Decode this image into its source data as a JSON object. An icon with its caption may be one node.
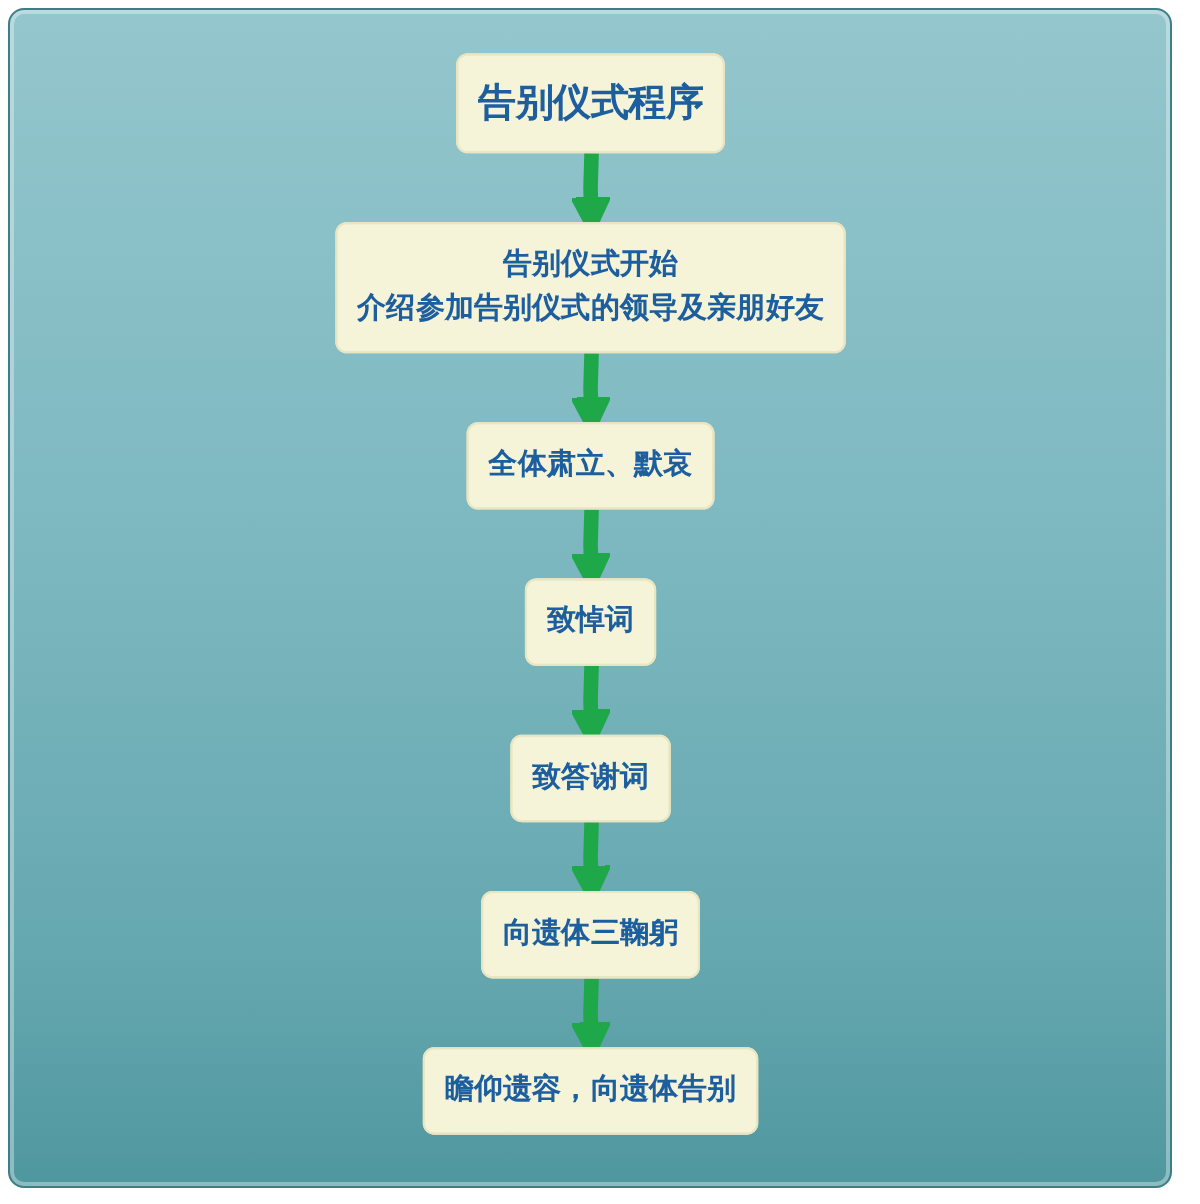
{
  "diagram": {
    "nodes": [
      {
        "text": [
          "告别仪式程序"
        ]
      },
      {
        "text": [
          "告别仪式开始",
          "介绍参加告别仪式的领导及亲朋好友"
        ]
      },
      {
        "text": [
          "全体肃立、默哀"
        ]
      },
      {
        "text": [
          "致悼词"
        ]
      },
      {
        "text": [
          "致答谢词"
        ]
      },
      {
        "text": [
          "向遗体三鞠躬"
        ]
      },
      {
        "text": [
          "瞻仰遗容，向遗体告别"
        ]
      }
    ],
    "edges": [
      {
        "from": 0,
        "to": 1,
        "arrow": "to"
      },
      {
        "from": 1,
        "to": 2,
        "arrow": "to"
      },
      {
        "from": 2,
        "to": 3,
        "arrow": "to"
      },
      {
        "from": 3,
        "to": 4,
        "arrow": "to"
      },
      {
        "from": 4,
        "to": 5,
        "arrow": "to"
      },
      {
        "from": 5,
        "to": 6,
        "arrow": "to"
      }
    ]
  }
}
